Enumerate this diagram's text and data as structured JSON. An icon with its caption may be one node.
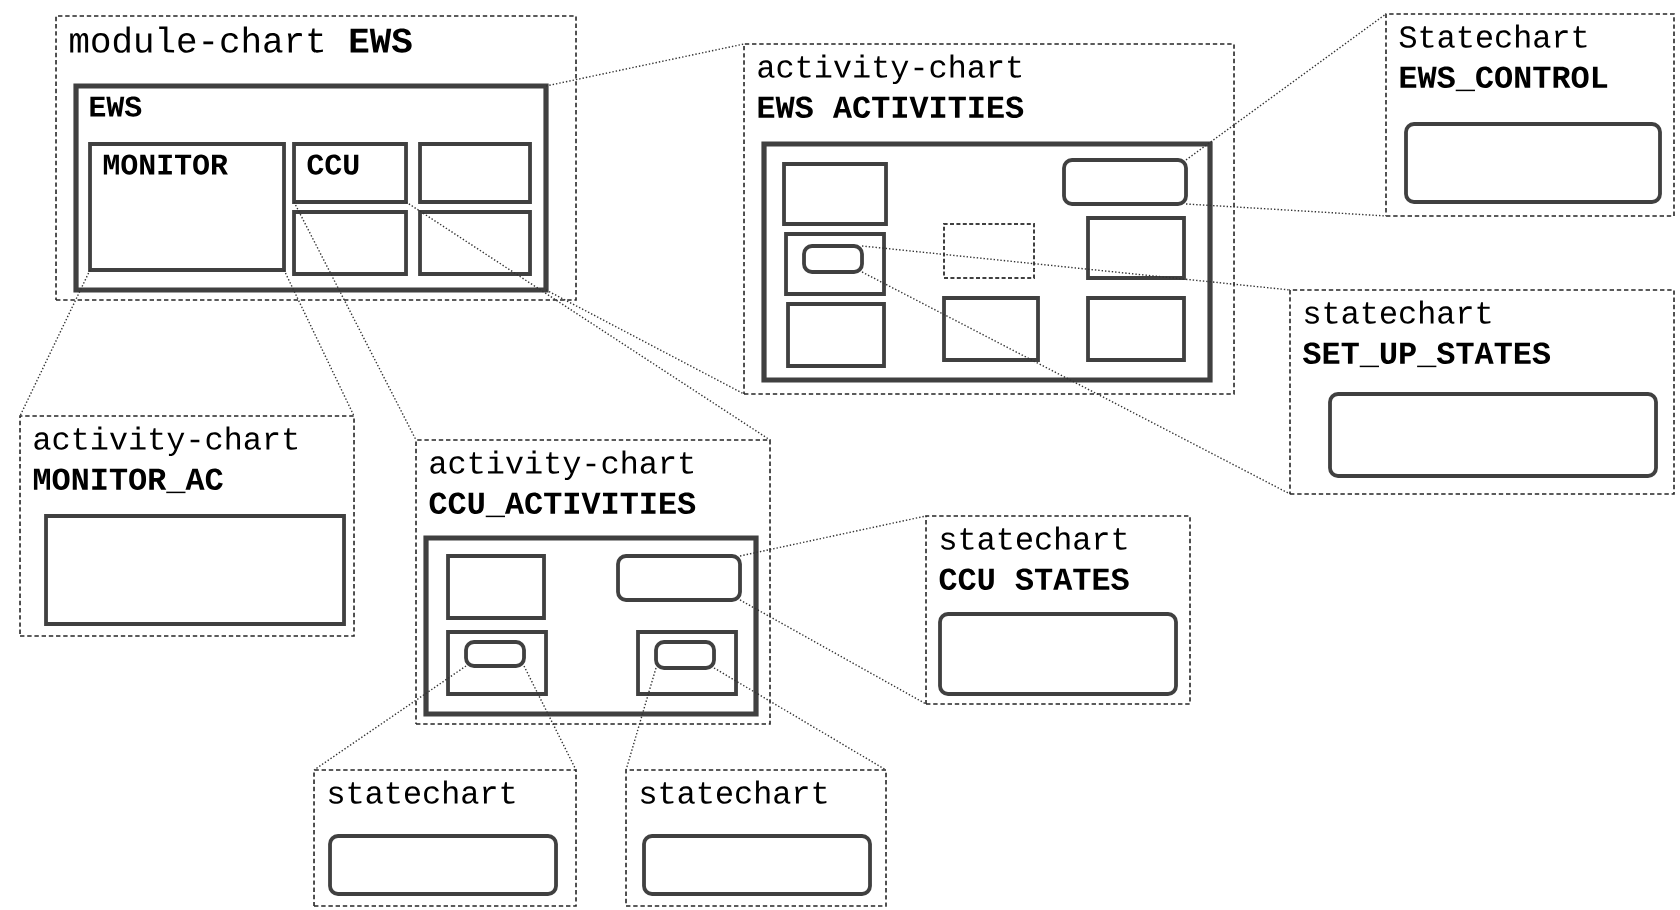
{
  "diagram": {
    "nodes": [
      {
        "text": [
          "module-chart **EWS**"
        ]
      },
      {
        "text": [
          "EWS"
        ],
        "in": 0
      },
      {
        "text": [
          "MONITOR"
        ],
        "in": 1
      },
      {
        "text": [
          "CCU"
        ],
        "in": 1
      },
      {
        "text": [],
        "shape": "box",
        "in": 1
      },
      {
        "text": [],
        "shape": "box",
        "in": 1
      },
      {
        "text": [],
        "shape": "box",
        "in": 1
      },
      {
        "text": [
          "activity-chart",
          "EWS ACTIVITIES"
        ]
      },
      {
        "text": [],
        "shape": "box",
        "in": 7
      },
      {
        "text": [],
        "shape": "box",
        "in": 8
      },
      {
        "text": [],
        "shape": "rounded",
        "in": 8
      },
      {
        "text": [],
        "shape": "box",
        "in": 8
      },
      {
        "text": [],
        "shape": "rounded",
        "in": 11
      },
      {
        "text": [],
        "shape": "box",
        "in": 8
      },
      {
        "text": [],
        "shape": "box",
        "in": 8
      },
      {
        "text": [],
        "shape": "box",
        "in": 8
      },
      {
        "text": [],
        "shape": "box",
        "in": 8
      },
      {
        "text": [],
        "shape": "box",
        "in": 8
      },
      {
        "text": [
          "Statechart",
          "EWS_CONTROL"
        ]
      },
      {
        "text": [],
        "shape": "rounded",
        "in": 18
      },
      {
        "text": [
          "statechart",
          "SET_UP_STATES"
        ]
      },
      {
        "text": [],
        "shape": "rounded",
        "in": 20
      },
      {
        "text": [
          "activity-chart",
          "MONITOR_AC"
        ]
      },
      {
        "text": [],
        "shape": "box",
        "in": 22
      },
      {
        "text": [
          "activity-chart",
          "CCU_ACTIVITIES"
        ]
      },
      {
        "text": [],
        "shape": "box",
        "in": 24
      },
      {
        "text": [],
        "shape": "box",
        "in": 25
      },
      {
        "text": [],
        "shape": "rounded",
        "in": 25
      },
      {
        "text": [],
        "shape": "box",
        "in": 25
      },
      {
        "text": [],
        "shape": "rounded",
        "in": 28
      },
      {
        "text": [],
        "shape": "box",
        "in": 25
      },
      {
        "text": [],
        "shape": "rounded",
        "in": 30
      },
      {
        "text": [
          "statechart",
          "CCU STATES"
        ]
      },
      {
        "text": [],
        "shape": "rounded",
        "in": 32
      },
      {
        "text": [
          "statechart"
        ]
      },
      {
        "text": [],
        "shape": "rounded",
        "in": 34
      },
      {
        "text": [
          "statechart"
        ]
      },
      {
        "text": [],
        "shape": "rounded",
        "in": 36
      }
    ],
    "edges": [
      {
        "from": 1,
        "to": 7,
        "arrow": "none"
      },
      {
        "from": 1,
        "to": 7,
        "arrow": "none"
      },
      {
        "from": 2,
        "to": 22,
        "arrow": "none"
      },
      {
        "from": 2,
        "to": 22,
        "arrow": "none"
      },
      {
        "from": 3,
        "to": 24,
        "arrow": "none"
      },
      {
        "from": 3,
        "to": 24,
        "arrow": "none"
      },
      {
        "from": 10,
        "to": 18,
        "arrow": "none"
      },
      {
        "from": 10,
        "to": 18,
        "arrow": "none"
      },
      {
        "from": 12,
        "to": 20,
        "arrow": "none"
      },
      {
        "from": 12,
        "to": 20,
        "arrow": "none"
      },
      {
        "from": 27,
        "to": 32,
        "arrow": "none"
      },
      {
        "from": 27,
        "to": 32,
        "arrow": "none"
      },
      {
        "from": 29,
        "to": 34,
        "arrow": "none"
      },
      {
        "from": 29,
        "to": 34,
        "arrow": "none"
      },
      {
        "from": 31,
        "to": 36,
        "arrow": "none"
      },
      {
        "from": 31,
        "to": 36,
        "arrow": "none"
      }
    ]
  }
}
